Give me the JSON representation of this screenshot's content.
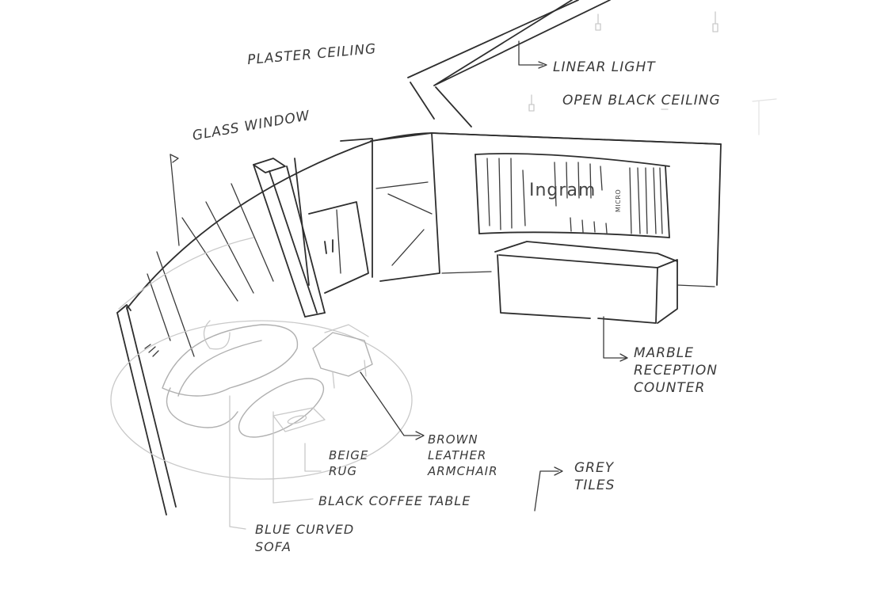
{
  "sketch": {
    "kind": "Hand-drawn interior reception area sketch",
    "logo": {
      "main": "Ingram",
      "sub": "MICRO"
    },
    "labels": {
      "plaster_ceiling": "PLASTER CEILING",
      "glass_window": "GLASS WINDOW",
      "linear_light": "LINEAR LIGHT",
      "open_black_ceiling": "OPEN BLACK CEILING",
      "marble_reception_counter": [
        "MARBLE",
        "RECEPTION",
        "COUNTER"
      ],
      "brown_leather_armchair": [
        "BROWN",
        "LEATHER",
        "ARMCHAIR"
      ],
      "grey_tiles": [
        "GREY",
        "TILES"
      ],
      "beige_rug": [
        "BEIGE",
        "RUG"
      ],
      "black_coffee_table": "BLACK COFFEE TABLE",
      "blue_curved_sofa": [
        "BLUE CURVED",
        "SOFA"
      ]
    },
    "colors": {
      "ink": "#2e2e2e",
      "pencil": "#c9c9c9",
      "paper": "#ffffff"
    }
  }
}
